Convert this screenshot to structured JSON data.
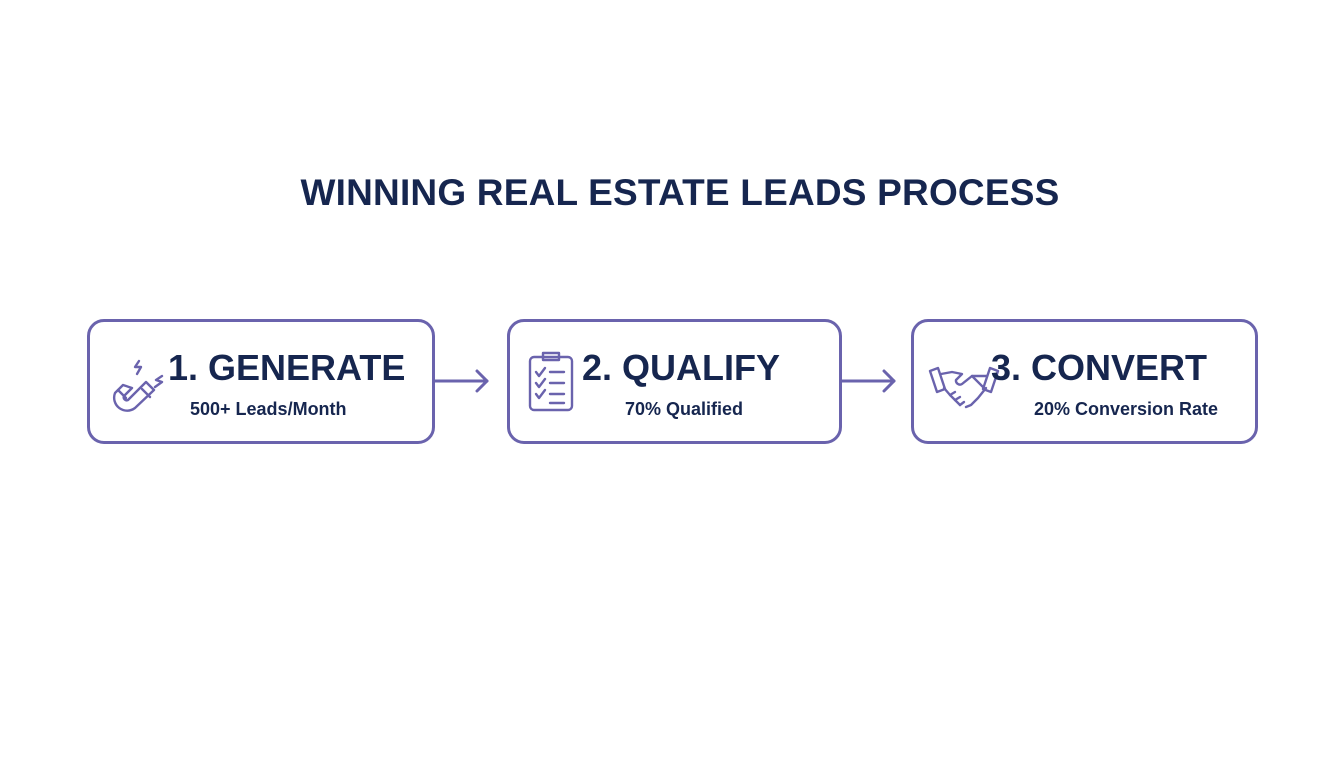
{
  "title": "WINNING REAL ESTATE LEADS PROCESS",
  "colors": {
    "accent": "#6a63ad",
    "text": "#16264f",
    "background": "#ffffff"
  },
  "steps": [
    {
      "heading": "1. GENERATE",
      "metric": "500+ Leads/Month",
      "icon": "magnet-icon"
    },
    {
      "heading": "2. QUALIFY",
      "metric": "70% Qualified",
      "icon": "checklist-clipboard-icon"
    },
    {
      "heading": "3. CONVERT",
      "metric": "20% Conversion Rate",
      "icon": "handshake-icon"
    }
  ]
}
